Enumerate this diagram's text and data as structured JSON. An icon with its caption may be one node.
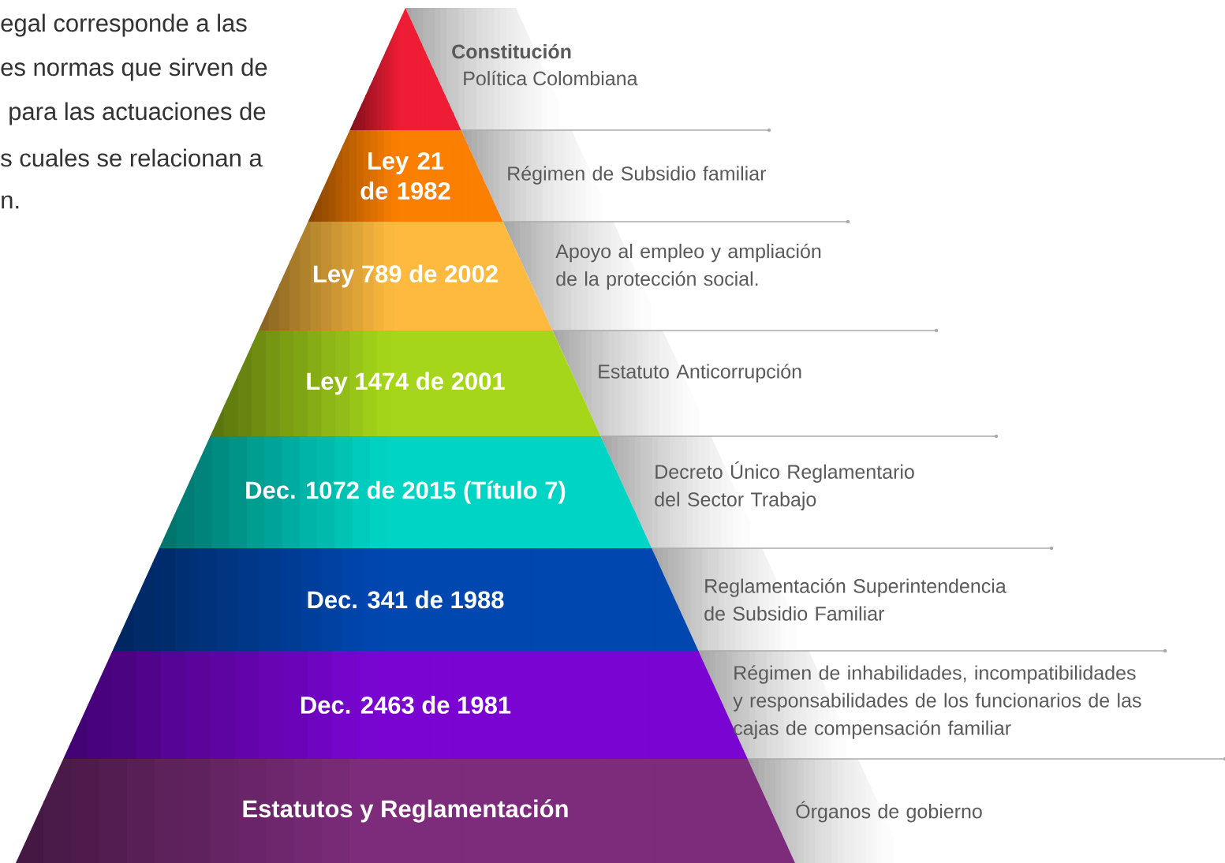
{
  "diagram": {
    "nodes": [
      {
        "text": [],
        "shape": "triangle",
        "beside": [
          "Constitución",
          "Política Colombiana"
        ]
      },
      {
        "text": [
          "Ley 21 de 1982"
        ],
        "beside": [
          "Régimen de Subsidio familiar"
        ]
      },
      {
        "text": [
          "Ley 789 de 2002"
        ],
        "beside": [
          "Apoyo al empleo y ampliación de la protección social."
        ]
      },
      {
        "text": [
          "Ley 1474 de 2001"
        ],
        "beside": [
          "Estatuto Anticorrupción"
        ]
      },
      {
        "text": [
          "Dec. 1072 de 2015 (Título 7)"
        ],
        "beside": [
          "Decreto Único Reglamentario del Sector Trabajo"
        ]
      },
      {
        "text": [
          "Dec. 341 de 1988"
        ],
        "beside": [
          "Reglamentación Superintendencia de Subsidio Familiar"
        ]
      },
      {
        "text": [
          "Dec. 2463 de 1981"
        ],
        "beside": [
          "Régimen de inhabilidades, incompatibilidades y responsabilidades de los funcionarios de las cajas de compensación familiar"
        ]
      },
      {
        "text": [
          "Estatutos y Reglamentación"
        ],
        "beside": [
          "Órganos de gobierno"
        ]
      }
    ],
    "labels": [
      "egal corresponde a las",
      "es normas que sirven de",
      "para las actuaciones de",
      "s cuales se relacionan a",
      "n."
    ]
  }
}
